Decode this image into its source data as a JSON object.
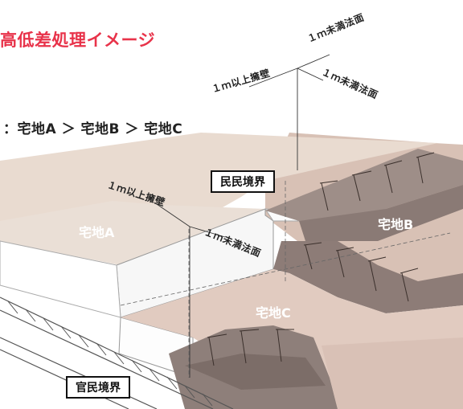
{
  "title": "高低差処理イメージ",
  "order_text": "：宅地A ＞ 宅地B ＞ 宅地C",
  "annotations": {
    "top_retaining": "１ｍ以上擁壁",
    "top_slope_upper": "１ｍ未満法面",
    "top_slope_lower": "１ｍ未満法面",
    "left_retaining": "１ｍ以上擁壁",
    "left_slope": "１ｍ未満法面"
  },
  "plots": {
    "a": "宅地A",
    "b": "宅地B",
    "c": "宅地C"
  },
  "boundaries": {
    "private": "民民境界",
    "public": "官民境界"
  },
  "colors": {
    "title": "#e8334a",
    "plot_a": "#e7d7cc",
    "plot_b": "#d7bfb3",
    "plot_c": "#dcc3b8",
    "slope": "#8c7c77",
    "wall": "#f6f6f6"
  }
}
